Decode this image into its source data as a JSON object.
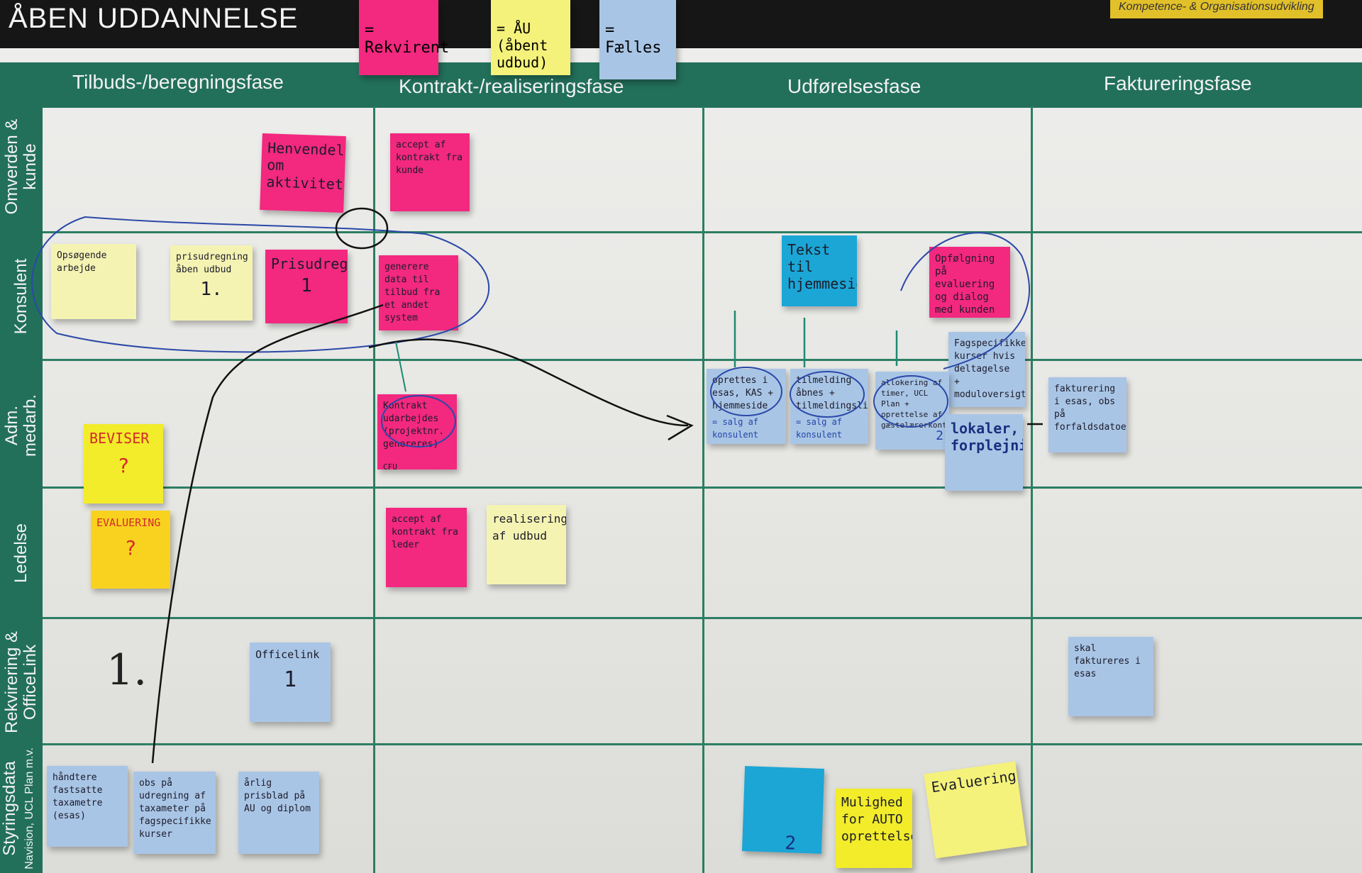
{
  "board": {
    "title": "ÅBEN UDDANNELSE",
    "organisation": "Kompetence- & Organisationsudvikling"
  },
  "legend": [
    {
      "color": "#f3287f",
      "label": "= Rekvirent"
    },
    {
      "color": "#f4f27a",
      "label": "= ÅU (åbent udbud)"
    },
    {
      "color": "#a9c5e6",
      "label": "= Fælles"
    }
  ],
  "phases": [
    "Tilbuds-/beregningsfase",
    "Kontrakt-/realiseringsfase",
    "Udførelsesfase",
    "Faktureringsfase"
  ],
  "rows": [
    "Omverden & kunde",
    "Konsulent",
    "Adm. medarb.",
    "Ledelse",
    "Rekvirering & OfficeLink",
    "Styringsdata",
    "Navision, UCL Plan m.v."
  ],
  "notes": {
    "henvendelse": "Henvendelse om aktivitet",
    "accept_kunde": "accept af kontrakt fra kunde",
    "opsoegende": "Opsøgende arbejde",
    "prisudregning": "prisudregning åben udbud",
    "prisudregning_num": "1.",
    "prisudregning2": "Prisudregning",
    "prisudregning2_num": "1",
    "generere_data": "generere data til tilbud fra et andet system",
    "tekst": "Tekst til hjemmeside",
    "opfoelgning": "Opfølgning på evaluering og dialog med kunden",
    "kontrakt": "Kontrakt udarbejdes (projektnr. genereres)",
    "cfu": "CFU",
    "beviser": "BEVISER",
    "beviser_q": "?",
    "evaluering_y": "EVALUERING",
    "evaluering_q": "?",
    "accept_leder": "accept af kontrakt fra leder",
    "realisering": "realisering af udbud",
    "oprettes": "oprettes i esas, KAS + hjemmeside",
    "oprettes_sub": "= salg af konsulent",
    "tilmelding": "tilmelding åbnes + tilmeldingslink",
    "tilmelding_sub": "= salg af konsulent",
    "allokering": "allokering af timer, UCL Plan + oprettelse af gæstelærerkontrakter",
    "allokering_num": "2",
    "fagspecifikke": "Fagspecifikke kurser hvis deltagelse + moduloversigt",
    "lokaler": "lokaler, forplejning",
    "fakturering": "fakturering i esas, obs på forfaldsdatoer",
    "officelink": "Officelink",
    "officelink_num": "1",
    "skal_faktureres": "skal faktureres i esas",
    "haandtere": "håndtere fastsatte taxametre (esas)",
    "obs_udregning": "obs på udregning af taxameter på fagspecifikke kurser",
    "aarlig": "årlig prisblad på AU og diplom",
    "cyan_num": "2",
    "mulighed": "Mulighed for AUTO oprettelse",
    "evaluering_n": "Evaluering"
  },
  "annotations": {
    "big_one": "1."
  }
}
